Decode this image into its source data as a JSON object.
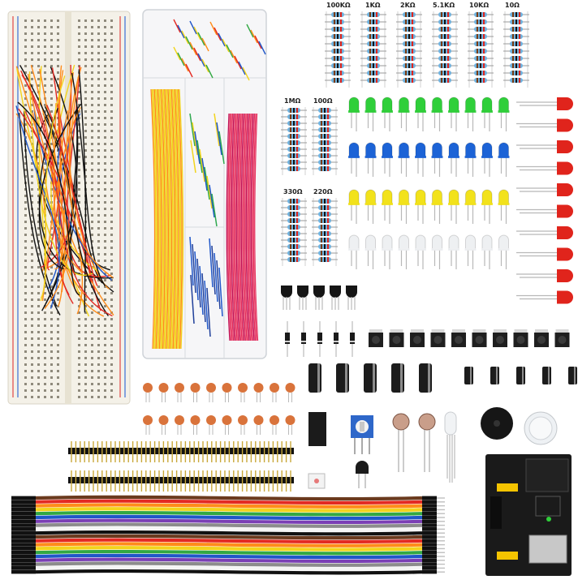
{
  "resistor_labels_top": [
    "100KΩ",
    "1KΩ",
    "2KΩ",
    "5.1KΩ",
    "10KΩ",
    "10Ω"
  ],
  "resistor_labels_mid": [
    "1MΩ",
    "100Ω"
  ],
  "resistor_labels_low": [
    "330Ω",
    "220Ω"
  ],
  "colors": {
    "led_green": "#2fcf3a",
    "led_blue": "#1c63d6",
    "led_yellow": "#f2e21b",
    "led_white": "#eef0f2",
    "led_red": "#e0241c",
    "resistor_body": "#6fb1dd",
    "capacitor_ceramic": "#d9733b",
    "electrolytic": "#1c1c1c",
    "breadboard": "#f4f1e8",
    "power_module_pcb": "#1a1a1a",
    "header_yellow": "#f5c400"
  },
  "jumper_ribbon_colors": [
    "#6b3a1e",
    "#e32a23",
    "#ff8c1a",
    "#f2d41d",
    "#32a843",
    "#2057c9",
    "#7b3fb5",
    "#8c8c8c",
    "#f5f5f5",
    "#111111"
  ]
}
